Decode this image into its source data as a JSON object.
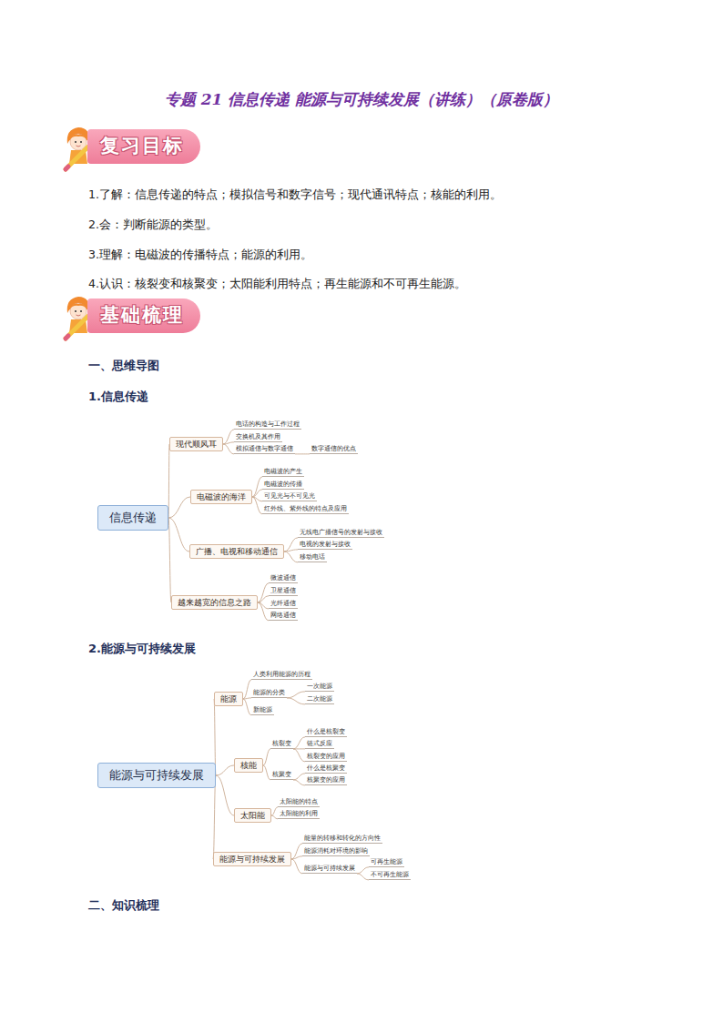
{
  "diagram": {
    "title": "专题 21  信息传递  能源与可持续发展（讲练）（原卷版）",
    "nodes": [
      {
        "text": [
          "复习目标"
        ]
      },
      {
        "text": [
          "基础梳理"
        ]
      },
      {
        "text": [
          "信息传递"
        ]
      },
      {
        "text": [
          "现代顺风耳"
        ]
      },
      {
        "text": [
          "电话的构造与工作过程"
        ]
      },
      {
        "text": [
          "交换机及其作用"
        ]
      },
      {
        "text": [
          "模拟通信与数字通信"
        ]
      },
      {
        "text": [
          "数字通信的优点"
        ]
      },
      {
        "text": [
          "电磁波的海洋"
        ]
      },
      {
        "text": [
          "电磁波的产生"
        ]
      },
      {
        "text": [
          "电磁波的传播"
        ]
      },
      {
        "text": [
          "可见光与不可见光"
        ]
      },
      {
        "text": [
          "红外线、紫外线的特点及应用"
        ]
      },
      {
        "text": [
          "广播、电视和移动通信"
        ]
      },
      {
        "text": [
          "无线电广播信号的发射与接收"
        ]
      },
      {
        "text": [
          "电视的发射与接收"
        ]
      },
      {
        "text": [
          "移动电话"
        ]
      },
      {
        "text": [
          "越来越宽的信息之路"
        ]
      },
      {
        "text": [
          "微波通信"
        ]
      },
      {
        "text": [
          "卫星通信"
        ]
      },
      {
        "text": [
          "光纤通信"
        ]
      },
      {
        "text": [
          "网络通信"
        ]
      },
      {
        "text": [
          "能源与可持续发展"
        ]
      },
      {
        "text": [
          "能源"
        ]
      },
      {
        "text": [
          "人类利用能源的历程"
        ]
      },
      {
        "text": [
          "能源的分类"
        ]
      },
      {
        "text": [
          "一次能源"
        ]
      },
      {
        "text": [
          "二次能源"
        ]
      },
      {
        "text": [
          "新能源"
        ]
      },
      {
        "text": [
          "核能"
        ]
      },
      {
        "text": [
          "核裂变"
        ]
      },
      {
        "text": [
          "什么是核裂变"
        ]
      },
      {
        "text": [
          "链式反应"
        ]
      },
      {
        "text": [
          "核裂变的应用"
        ]
      },
      {
        "text": [
          "核聚变"
        ]
      },
      {
        "text": [
          "什么是核聚变"
        ]
      },
      {
        "text": [
          "核聚变的应用"
        ]
      },
      {
        "text": [
          "太阳能"
        ]
      },
      {
        "text": [
          "太阳能的特点"
        ]
      },
      {
        "text": [
          "太阳能的利用"
        ]
      },
      {
        "text": [
          "能源与可持续发展"
        ]
      },
      {
        "text": [
          "能量的转移和转化的方向性"
        ]
      },
      {
        "text": [
          "能源消耗对环境的影响"
        ]
      },
      {
        "text": [
          "能源与可持续发展"
        ]
      },
      {
        "text": [
          "可再生能源"
        ]
      },
      {
        "text": [
          "不可再生能源"
        ]
      }
    ],
    "edges": [
      {
        "from": 2,
        "to": 3,
        "arrow": "none"
      },
      {
        "from": 2,
        "to": 8,
        "arrow": "none"
      },
      {
        "from": 2,
        "to": 13,
        "arrow": "none"
      },
      {
        "from": 2,
        "to": 17,
        "arrow": "none"
      },
      {
        "from": 3,
        "to": 4,
        "arrow": "none"
      },
      {
        "from": 3,
        "to": 5,
        "arrow": "none"
      },
      {
        "from": 3,
        "to": 6,
        "arrow": "none"
      },
      {
        "from": 6,
        "to": 7,
        "arrow": "none"
      },
      {
        "from": 8,
        "to": 9,
        "arrow": "none"
      },
      {
        "from": 8,
        "to": 10,
        "arrow": "none"
      },
      {
        "from": 8,
        "to": 11,
        "arrow": "none"
      },
      {
        "from": 8,
        "to": 12,
        "arrow": "none"
      },
      {
        "from": 13,
        "to": 14,
        "arrow": "none"
      },
      {
        "from": 13,
        "to": 15,
        "arrow": "none"
      },
      {
        "from": 13,
        "to": 16,
        "arrow": "none"
      },
      {
        "from": 17,
        "to": 18,
        "arrow": "none"
      },
      {
        "from": 17,
        "to": 19,
        "arrow": "none"
      },
      {
        "from": 17,
        "to": 20,
        "arrow": "none"
      },
      {
        "from": 17,
        "to": 21,
        "arrow": "none"
      },
      {
        "from": 22,
        "to": 23,
        "arrow": "none"
      },
      {
        "from": 22,
        "to": 29,
        "arrow": "none"
      },
      {
        "from": 22,
        "to": 37,
        "arrow": "none"
      },
      {
        "from": 22,
        "to": 40,
        "arrow": "none"
      },
      {
        "from": 23,
        "to": 24,
        "arrow": "none"
      },
      {
        "from": 23,
        "to": 25,
        "arrow": "none"
      },
      {
        "from": 23,
        "to": 28,
        "arrow": "none"
      },
      {
        "from": 25,
        "to": 26,
        "arrow": "none"
      },
      {
        "from": 25,
        "to": 27,
        "arrow": "none"
      },
      {
        "from": 29,
        "to": 30,
        "arrow": "none"
      },
      {
        "from": 29,
        "to": 34,
        "arrow": "none"
      },
      {
        "from": 30,
        "to": 31,
        "arrow": "none"
      },
      {
        "from": 30,
        "to": 32,
        "arrow": "none"
      },
      {
        "from": 30,
        "to": 33,
        "arrow": "none"
      },
      {
        "from": 34,
        "to": 35,
        "arrow": "none"
      },
      {
        "from": 34,
        "to": 36,
        "arrow": "none"
      },
      {
        "from": 37,
        "to": 38,
        "arrow": "none"
      },
      {
        "from": 37,
        "to": 39,
        "arrow": "none"
      },
      {
        "from": 40,
        "to": 41,
        "arrow": "none"
      },
      {
        "from": 40,
        "to": 42,
        "arrow": "none"
      },
      {
        "from": 40,
        "to": 43,
        "arrow": "none"
      },
      {
        "from": 43,
        "to": 44,
        "arrow": "none"
      },
      {
        "from": 43,
        "to": 45,
        "arrow": "none"
      }
    ],
    "labels": [
      "1.了解：信息传递的特点；模拟信号和数字信号；现代通讯特点；核能的利用。",
      "2.会：判断能源的类型。",
      "3.理解：电磁波的传播特点；能源的利用。",
      "4.认识：核裂变和核聚变；太阳能利用特点；再生能源和不可再生能源。",
      "一、思维导图",
      "1.信息传递",
      "2.能源与可持续发展",
      "二、知识梳理"
    ]
  }
}
